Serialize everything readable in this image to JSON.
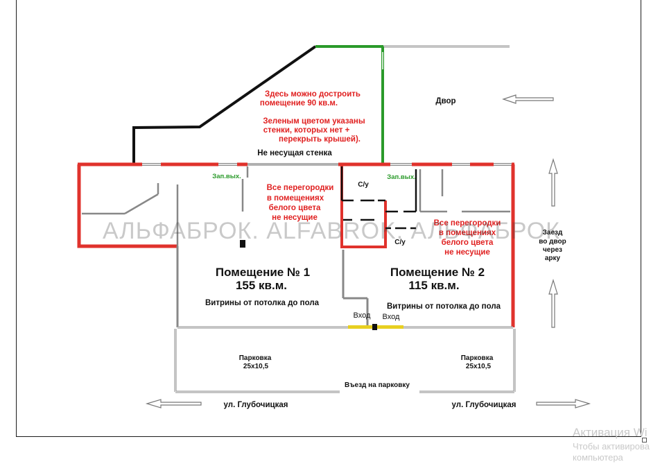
{
  "labels": {
    "yard": "Двор",
    "can_build_1": "Здесь можно достроить",
    "can_build_2": "помещение  90 кв.м.",
    "green_note_1": "Зеленым цветом указаны",
    "green_note_2": "стенки, которых нет +",
    "green_note_3": "перекрыть крышей).",
    "non_bearing_wall": "Не несущая стенка",
    "emergency_exit": "Зап.вых.",
    "wc": "С/у",
    "partitions_1": "Все перегородки",
    "partitions_2": "в помещениях",
    "partitions_3": "белого цвета",
    "partitions_4": "не несущие",
    "room1_title": "Помещение № 1",
    "room1_area": "155 кв.м.",
    "room2_title": "Помещение № 2",
    "room2_area": "115 кв.м.",
    "windows": "Витрины от потолка до пола",
    "entrance": "Вход",
    "parking_label": "Парковка",
    "parking_size": "25x10,5",
    "parking_entry": "Въезд на парковку",
    "street": "ул. Глубочицкая",
    "yard_entry_1": "Заезд",
    "yard_entry_2": "во двор",
    "yard_entry_3": "через",
    "yard_entry_4": "арку"
  },
  "watermark": "АЛЬФАБРОК. ALFABROK. АЛЬФАБРОК",
  "activation": {
    "line1": "Активация Wi",
    "line2": "Чтобы активирова",
    "line3": "компьютера"
  },
  "colors": {
    "bearing_wall": "#e0322c",
    "missing_wall": "#2a9a2a",
    "extension_outline": "#111111",
    "entrance_marker": "#e8d020",
    "red_text": "#e02020"
  }
}
